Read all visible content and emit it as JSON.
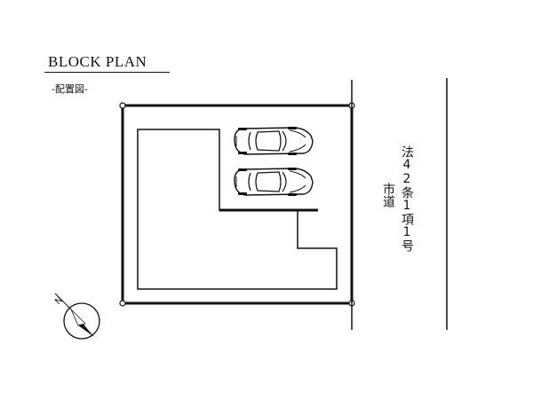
{
  "title": "BLOCK PLAN",
  "subtitle": "-配置図-",
  "road": {
    "line1": "法42条1項1号",
    "line2": "市道"
  },
  "compass": {
    "label": "N",
    "icon": "north-arrow-icon"
  },
  "parking": {
    "cars": 2,
    "icon": "car-icon"
  },
  "colors": {
    "line": "#111111",
    "background": "#ffffff"
  }
}
